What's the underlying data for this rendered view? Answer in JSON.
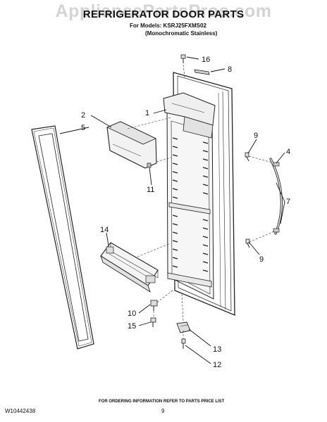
{
  "watermark": "AppliancePartsPros.com",
  "header": {
    "title": "REFRIGERATOR DOOR PARTS",
    "models_line": "For Models: KSRJ25FXMS02",
    "variant_line": "(Monochromatic Stainless)"
  },
  "callouts": {
    "c1": "1",
    "c2": "2",
    "c4": "4",
    "c5": "5",
    "c7": "7",
    "c8": "8",
    "c9a": "9",
    "c9b": "9",
    "c10": "10",
    "c11": "11",
    "c12": "12",
    "c13": "13",
    "c14": "14",
    "c15": "15",
    "c16": "16"
  },
  "footer": {
    "doc_id": "W10442438",
    "order_note": "FOR ORDERING INFORMATION REFER TO PARTS PRICE LIST",
    "page": "9"
  }
}
